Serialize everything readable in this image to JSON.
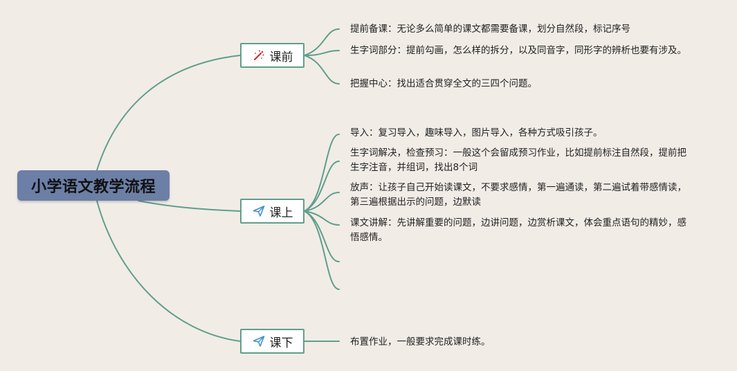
{
  "root": {
    "title": "小学语文教学流程"
  },
  "branches": [
    {
      "label": "课前",
      "icon": "magic-wand-icon",
      "items": [
        "提前备课：无论多么简单的课文都需要备课，划分自然段，标记序号",
        "生字词部分：提前勾画，怎么样的拆分，以及同音字，同形字的辨析也要有涉及。",
        "把握中心：找出适合贯穿全文的三四个问题。"
      ]
    },
    {
      "label": "课上",
      "icon": "paper-plane-icon",
      "items": [
        "导入：复习导入，趣味导入，图片导入，各种方式吸引孩子。",
        "生字词解决，检查预习：一般这个会留成预习作业，比如提前标注自然段，提前把生字注音，并组词，找出8个词",
        "放声：让孩子自己开始读课文，不要求感情，第一遍通读，第二遍试着带感情读，第三遍根据出示的问题，边默读",
        "课文讲解：先讲解重要的问题，边讲问题，边赏析课文，体会重点语句的精妙，感悟感情。",
        "",
        ""
      ]
    },
    {
      "label": "课下",
      "icon": "paper-plane-icon",
      "items": [
        "布置作业，一般要求完成课时练。"
      ]
    }
  ],
  "colors": {
    "background": "#f1ece6",
    "connector": "#5f9e8c",
    "root_fill": "#6c7fa6",
    "icon_wand_red": "#c0392b",
    "icon_plane_blue": "#3d8fd1"
  }
}
